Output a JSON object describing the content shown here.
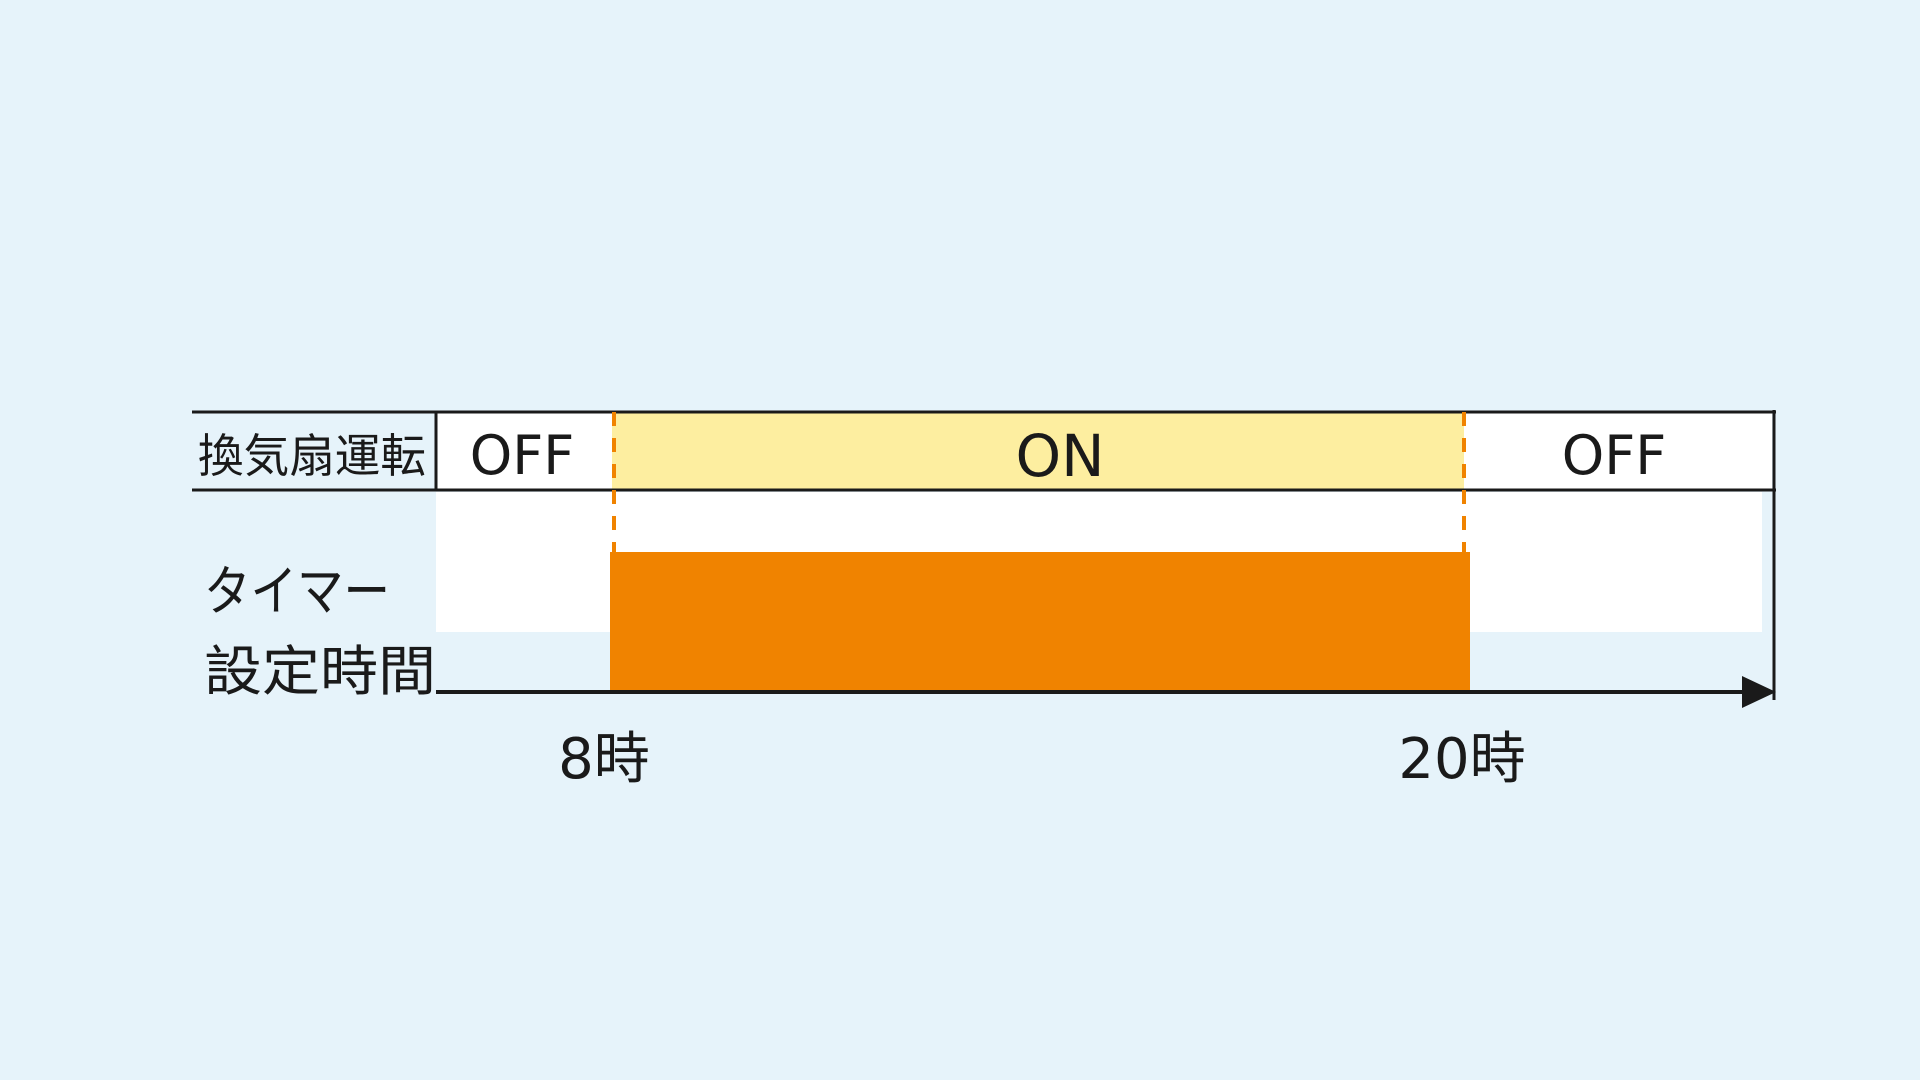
{
  "diagram": {
    "row_labels": {
      "fan_operation": "換気扇運転",
      "timer_line1": "タイマー",
      "timer_line2": "設定時間"
    },
    "fan_states": [
      {
        "label": "OFF"
      },
      {
        "label": "ON"
      },
      {
        "label": "OFF"
      }
    ],
    "time_marks": [
      {
        "label": "8時"
      },
      {
        "label": "20時"
      }
    ],
    "colors": {
      "background": "#e6f3fa",
      "on_fill": "#fdeea0",
      "timer_bar": "#f08300",
      "dashed_line": "#f08300",
      "line": "#1a1a1a",
      "cell_fill": "#ffffff"
    }
  }
}
